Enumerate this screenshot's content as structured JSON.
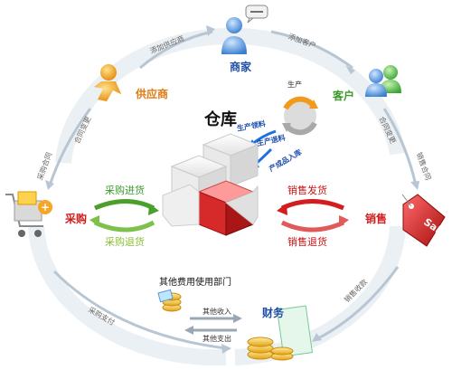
{
  "colors": {
    "node_blue": "#1d4fa8",
    "node_orange": "#e07a10",
    "node_red": "#d21a1a",
    "green_text": "#3a9a2a",
    "light_green_text": "#8cbf3a",
    "red_text": "#c81414",
    "flow_text": "#666666",
    "ring": "#e9eef3"
  },
  "nodes": {
    "merchant": "商家",
    "supplier": "供应商",
    "customer": "客户",
    "purchase": "采购",
    "sales": "销售",
    "finance": "财务",
    "warehouse": "仓库"
  },
  "flows": {
    "add_supplier": "添加供应商",
    "add_customer": "添加客户",
    "contract_change_left": "合同变更",
    "contract_change_right": "合同变更",
    "purchase_contract": "采购合同",
    "sales_contract": "销售合同",
    "purchase_payment": "采购支付",
    "sales_receipt": "销售收款",
    "other_expense_dept": "其他费用使用部门",
    "other_income": "其他收入",
    "other_expense": "其他支出",
    "production": "生产",
    "production_pick": "生产领料",
    "production_return": "生产退料",
    "product_storage": "产成品入库"
  },
  "inventory": {
    "purchase_in": "采购进货",
    "purchase_return": "采购退货",
    "sales_out": "销售发货",
    "sales_return": "销售退货"
  },
  "icons": {
    "merchant": "person-chat-icon",
    "supplier": "running-person-icon",
    "customer": "users-icon",
    "purchase": "shopping-cart-icon",
    "sales": "sale-tag-icon",
    "finance": "money-icon",
    "warehouse": "cube-stack-icon",
    "production": "cycle-arrows-icon",
    "expense": "coins-icon"
  },
  "sale_tag_text": "Sale"
}
